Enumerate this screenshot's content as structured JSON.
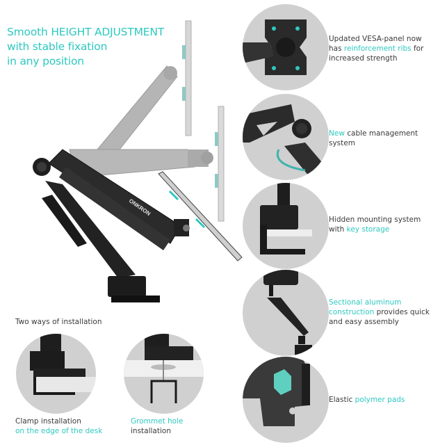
{
  "headline": {
    "line1": "Smooth HEIGHT ADJUSTMENT",
    "line2": "with stable fixation",
    "line3": "in any position"
  },
  "brand": {
    "logo_text": "ONKRON"
  },
  "colors": {
    "accent": "#2ec8c0",
    "text": "#3a3a3a",
    "circle_bg": "#d0d0d0",
    "arm_dark": "#2b2b2b",
    "arm_ghost": "#a9a9a9"
  },
  "features": [
    {
      "pre": "Updated VESA-panel now has ",
      "accent": "reinforcement ribs",
      "post": " for increased strength",
      "icon": "vesa-panel-icon"
    },
    {
      "pre": "",
      "accent": "New",
      "post": " cable management system",
      "icon": "cable-management-icon"
    },
    {
      "pre": "Hidden mounting system with ",
      "accent": "key storage",
      "post": "",
      "icon": "mounting-system-icon"
    },
    {
      "pre": "",
      "accent": "Sectional aluminum construction",
      "post": " provides quick and easy assembly",
      "icon": "aluminum-arm-icon"
    },
    {
      "pre": "Elastic ",
      "accent": "polymer pads",
      "post": "",
      "icon": "polymer-pad-icon"
    }
  ],
  "installation": {
    "title": "Two ways of installation",
    "clamp": {
      "line1": "Clamp installation",
      "line2": "on the edge of the desk"
    },
    "grommet": {
      "line1": "Grommet hole",
      "line2": "installation"
    }
  }
}
